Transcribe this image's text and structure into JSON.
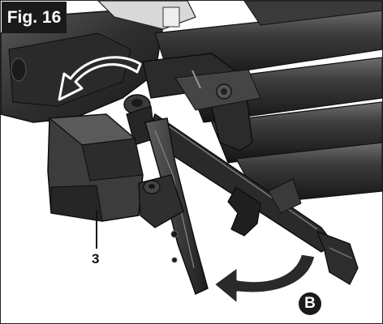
{
  "figure": {
    "tag": "Fig. 16",
    "callouts": [
      {
        "id": "part-3",
        "label": "3"
      }
    ],
    "direction_marker": "B",
    "colors": {
      "background": "#ffffff",
      "tool_body": "#3a3a3a",
      "tool_dark": "#1c1c1c",
      "tool_highlight": "#8a8a8a",
      "arrow_fill": "#2a2a2a",
      "arrow_outline": "#ffffff"
    }
  }
}
